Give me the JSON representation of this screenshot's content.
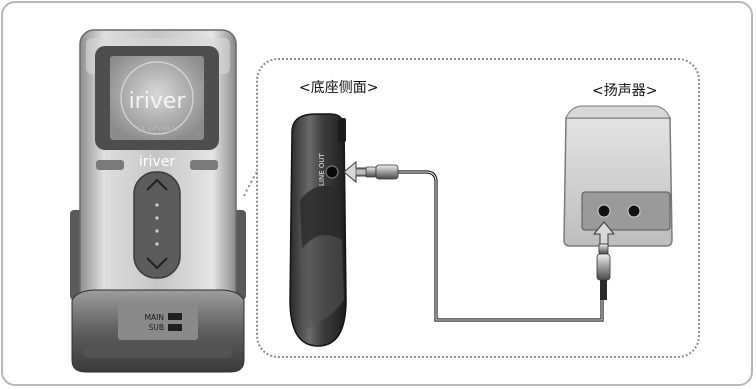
{
  "labels": {
    "dock_side": "<底座侧面>",
    "speaker": "<扬声器>"
  },
  "player": {
    "brand": "iriver",
    "screen_logo": "iriver",
    "switch_labels": [
      "MAIN",
      "SUB"
    ]
  },
  "dock": {
    "port_label": "LINE OUT"
  },
  "icons": {
    "indicator_arrow": "arrow-icon",
    "connector": "audio-plug-icon"
  },
  "colors": {
    "frame": "#b8b8b8",
    "dotted": "#8e8e8e",
    "player_body": "#c9c9c9",
    "dock_body": "#3a3a3a",
    "speaker_body": "#cfcfcf",
    "cable": "#1a1a1a"
  }
}
